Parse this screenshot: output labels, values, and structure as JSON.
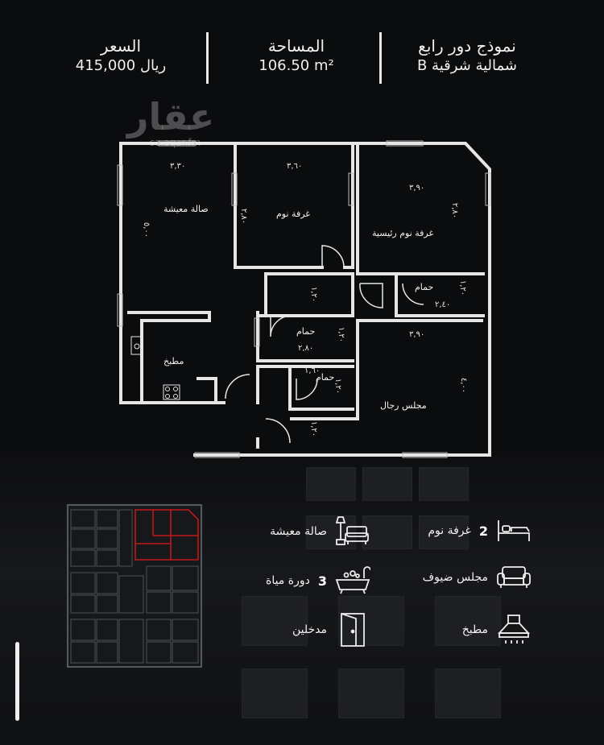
{
  "header": {
    "model": {
      "line1": "نموذج دور رابع",
      "line2": "B شمالية شرقية"
    },
    "area": {
      "label": "المساحة",
      "value": "106.50 m²"
    },
    "price": {
      "label": "السعر",
      "value": "415,000 ريال"
    }
  },
  "watermark": {
    "text": "عقار",
    "url": "sa.aqar.fm"
  },
  "rooms": {
    "living": "صالة معيشة",
    "bedroom": "غرفة نوم",
    "master": "غرفة نوم رئيسية",
    "bath_master": "حمام",
    "bath_center": "حمام",
    "bath_small": "حمام",
    "kitchen": "مطبخ",
    "majlis": "مجلس رجال"
  },
  "dims": {
    "living_w": "٣,٣٠",
    "living_h": "٥,٠٠",
    "bedroom_w": "٣,٦٠",
    "bedroom_h": "٢,٨٠",
    "master_w": "٣,٩٠",
    "master_h": "٢,٨٠",
    "corr_1": "١,٢٠",
    "bath_m_w": "٢,٤٠",
    "bath_m_h": "١,٢٠",
    "bath_c_w": "٢,٨٠",
    "bath_c_h": "١,٢٠",
    "bath_s_w": "١,٦٠",
    "bath_s_h": "١,٢٠",
    "majlis_w": "٣,٩٠",
    "majlis_h": "٤,٠٠",
    "entry": "١,٢٠"
  },
  "features": [
    {
      "id": "bedrooms",
      "count": "2",
      "label": "غرفة نوم",
      "icon": "bed-icon"
    },
    {
      "id": "living",
      "count": "",
      "label": "صالة معيشة",
      "icon": "sofa-lamp-icon"
    },
    {
      "id": "majlis",
      "count": "",
      "label": "مجلس ضيوف",
      "icon": "couch-icon"
    },
    {
      "id": "baths",
      "count": "3",
      "label": "دورة مياة",
      "icon": "bathtub-icon"
    },
    {
      "id": "kitchen",
      "count": "",
      "label": "مطبخ",
      "icon": "range-hood-icon"
    },
    {
      "id": "entrances",
      "count": "",
      "label": "مدخلين",
      "icon": "door-icon"
    }
  ],
  "colors": {
    "background": "#0b0c0e",
    "walls": "#e6e6e6",
    "highlight": "#c01818"
  }
}
